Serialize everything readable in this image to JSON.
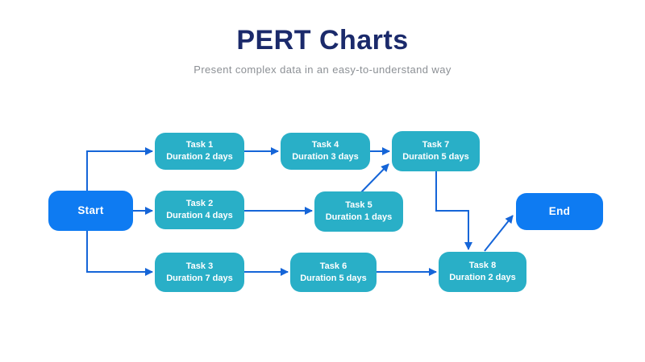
{
  "header": {
    "title": "PERT Charts",
    "subtitle": "Present complex data in an easy-to-understand way"
  },
  "colors": {
    "node_teal": "#29AFC7",
    "node_blue": "#0E7BF2",
    "connector": "#1565D8",
    "title_navy": "#1B2A6B",
    "subtitle_gray": "#8C9095"
  },
  "diagram": {
    "start_label": "Start",
    "end_label": "End",
    "tasks": [
      {
        "name": "Task 1",
        "duration": "Duration 2 days"
      },
      {
        "name": "Task 2",
        "duration": "Duration 4 days"
      },
      {
        "name": "Task 3",
        "duration": "Duration 7 days"
      },
      {
        "name": "Task 4",
        "duration": "Duration 3 days"
      },
      {
        "name": "Task 5",
        "duration": "Duration 1 days"
      },
      {
        "name": "Task 6",
        "duration": "Duration 5 days"
      },
      {
        "name": "Task 7",
        "duration": "Duration 5 days"
      },
      {
        "name": "Task 8",
        "duration": "Duration 2 days"
      }
    ],
    "edges": [
      {
        "from": "Start",
        "to": "Task 1"
      },
      {
        "from": "Start",
        "to": "Task 2"
      },
      {
        "from": "Start",
        "to": "Task 3"
      },
      {
        "from": "Task 1",
        "to": "Task 4"
      },
      {
        "from": "Task 2",
        "to": "Task 5"
      },
      {
        "from": "Task 3",
        "to": "Task 6"
      },
      {
        "from": "Task 4",
        "to": "Task 7"
      },
      {
        "from": "Task 5",
        "to": "Task 7"
      },
      {
        "from": "Task 6",
        "to": "Task 8"
      },
      {
        "from": "Task 7",
        "to": "Task 8"
      },
      {
        "from": "Task 8",
        "to": "End"
      }
    ]
  }
}
